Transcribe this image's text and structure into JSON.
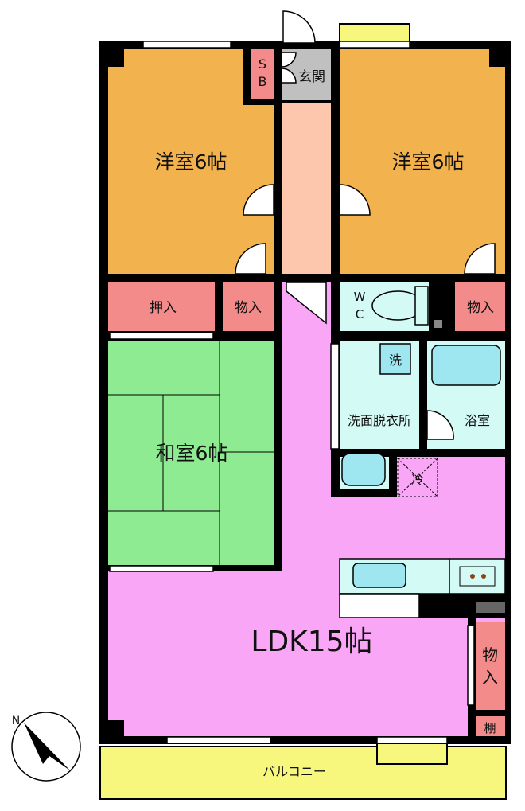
{
  "rooms": {
    "western_left": "洋室6帖",
    "western_right": "洋室6帖",
    "japanese": "和室6帖",
    "ldk": "LDK15帖",
    "entrance": "玄関",
    "sb_top": "S",
    "sb_bottom": "B",
    "oshiire": "押入",
    "storage_left": "物入",
    "storage_right": "物入",
    "storage_ldk_top": "物",
    "storage_ldk_bottom": "入",
    "wc_top": "W",
    "wc_bottom": "C",
    "washroom": "洗面脱衣所",
    "bathroom": "浴室",
    "washer": "洗",
    "fridge": "冷",
    "shelf": "棚",
    "balcony": "バルコニー"
  },
  "compass": {
    "north": "N"
  },
  "colors": {
    "western": "#F2B24E",
    "japanese": "#8EEB92",
    "ldk": "#F9A6F6",
    "storage": "#F48B8B",
    "hall": "#FDC7AD",
    "entrance": "#C0C0C0",
    "wet": "#D4FAF6",
    "balcony": "#F7F77D",
    "wall": "#000000"
  }
}
